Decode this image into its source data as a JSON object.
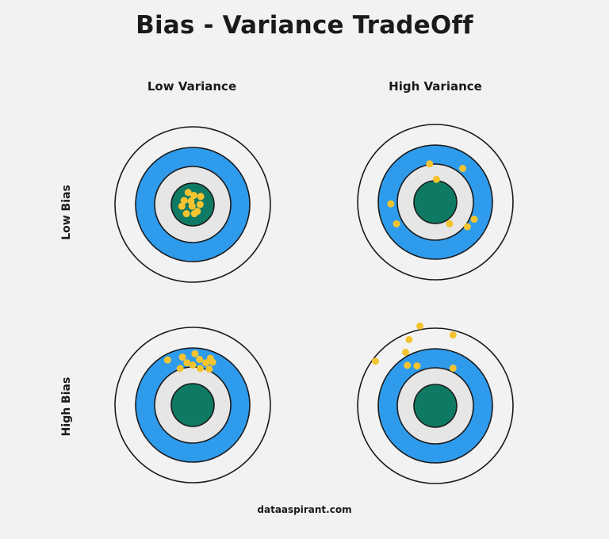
{
  "title": "Bias - Variance TradeOff",
  "columns": [
    "Low Variance",
    "High Variance"
  ],
  "rows": [
    "Low Bias",
    "High Bias"
  ],
  "footer": "dataaspirant.com",
  "colors": {
    "background": "#f2f2f2",
    "outer_ring": "#f2f2f2",
    "blue_ring": "#2f9bec",
    "inner_ring": "#e6e6e6",
    "bullseye": "#0f7a63",
    "dot": "#f4c430",
    "outline": "#1a1a1a"
  },
  "targets": [
    {
      "name": "low-bias-low-variance",
      "shots": [
        [
          -0.08,
          -0.21
        ],
        [
          0.02,
          -0.16
        ],
        [
          0.14,
          -0.14
        ],
        [
          -0.15,
          -0.07
        ],
        [
          -0.03,
          -0.06
        ],
        [
          0.13,
          0.0
        ],
        [
          -0.19,
          0.03
        ],
        [
          -0.01,
          0.03
        ],
        [
          0.08,
          0.12
        ],
        [
          -0.11,
          0.16
        ],
        [
          0.03,
          0.16
        ]
      ]
    },
    {
      "name": "low-bias-high-variance",
      "shots": [
        [
          -0.1,
          -0.67
        ],
        [
          0.48,
          -0.59
        ],
        [
          0.02,
          -0.4
        ],
        [
          -0.78,
          0.03
        ],
        [
          -0.68,
          0.38
        ],
        [
          0.25,
          0.38
        ],
        [
          0.68,
          0.3
        ],
        [
          0.56,
          0.43
        ]
      ]
    },
    {
      "name": "high-bias-low-variance",
      "shots": [
        [
          0.04,
          -0.9
        ],
        [
          -0.18,
          -0.84
        ],
        [
          0.12,
          -0.8
        ],
        [
          0.31,
          -0.82
        ],
        [
          -0.44,
          -0.79
        ],
        [
          -0.1,
          -0.74
        ],
        [
          0.0,
          -0.7
        ],
        [
          0.23,
          -0.74
        ],
        [
          0.35,
          -0.75
        ],
        [
          -0.22,
          -0.64
        ],
        [
          0.13,
          -0.64
        ],
        [
          0.29,
          -0.63
        ]
      ]
    },
    {
      "name": "high-bias-high-variance",
      "shots": [
        [
          -0.27,
          -1.4
        ],
        [
          0.31,
          -1.24
        ],
        [
          -0.46,
          -1.16
        ],
        [
          -0.52,
          -0.94
        ],
        [
          -1.05,
          -0.78
        ],
        [
          -0.49,
          -0.71
        ],
        [
          -0.32,
          -0.7
        ],
        [
          0.31,
          -0.66
        ]
      ]
    }
  ]
}
